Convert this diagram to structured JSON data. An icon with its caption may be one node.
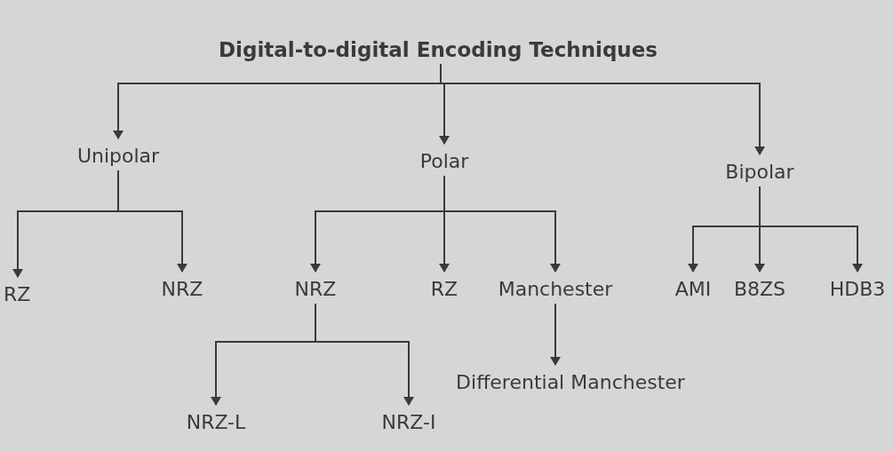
{
  "diagram": {
    "nodes": [
      {
        "text": [
          "Digital-to-digital Encoding Techniques"
        ]
      },
      {
        "text": [
          "Unipolar"
        ]
      },
      {
        "text": [
          "Polar"
        ]
      },
      {
        "text": [
          "Bipolar"
        ]
      },
      {
        "text": [
          "RZ"
        ]
      },
      {
        "text": [
          "NRZ"
        ]
      },
      {
        "text": [
          "NRZ"
        ]
      },
      {
        "text": [
          "RZ"
        ]
      },
      {
        "text": [
          "Manchester"
        ]
      },
      {
        "text": [
          "AMI"
        ]
      },
      {
        "text": [
          "B8ZS"
        ]
      },
      {
        "text": [
          "HDB3"
        ]
      },
      {
        "text": [
          "NRZ-L"
        ]
      },
      {
        "text": [
          "NRZ-I"
        ]
      },
      {
        "text": [
          "Differential Manchester"
        ]
      }
    ],
    "edges": [
      {
        "from": 0,
        "to": 1,
        "arrow": "to"
      },
      {
        "from": 0,
        "to": 2,
        "arrow": "to"
      },
      {
        "from": 0,
        "to": 3,
        "arrow": "to"
      },
      {
        "from": 1,
        "to": 4,
        "arrow": "to"
      },
      {
        "from": 1,
        "to": 5,
        "arrow": "to"
      },
      {
        "from": 2,
        "to": 6,
        "arrow": "to"
      },
      {
        "from": 2,
        "to": 7,
        "arrow": "to"
      },
      {
        "from": 2,
        "to": 8,
        "arrow": "to"
      },
      {
        "from": 3,
        "to": 9,
        "arrow": "to"
      },
      {
        "from": 3,
        "to": 10,
        "arrow": "to"
      },
      {
        "from": 3,
        "to": 11,
        "arrow": "to"
      },
      {
        "from": 6,
        "to": 12,
        "arrow": "to"
      },
      {
        "from": 6,
        "to": 13,
        "arrow": "to"
      },
      {
        "from": 8,
        "to": 14,
        "arrow": "to"
      }
    ]
  }
}
